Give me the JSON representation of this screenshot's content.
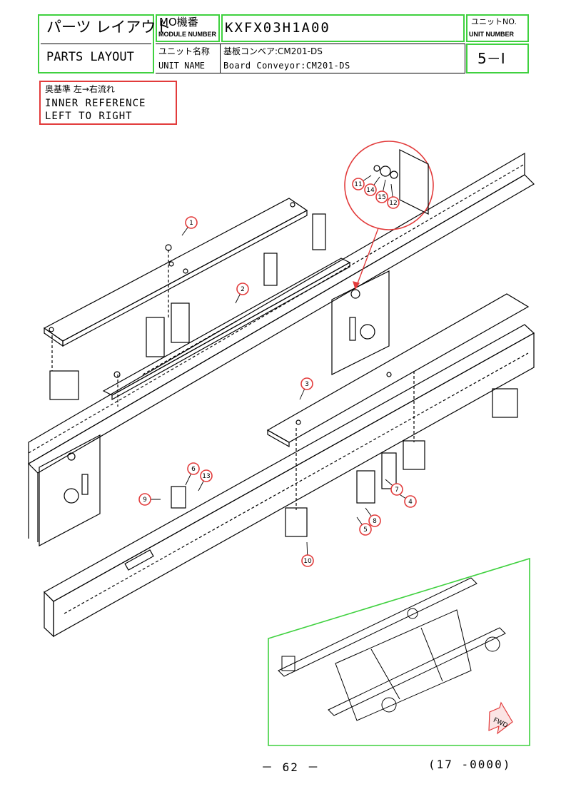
{
  "title_block": {
    "title_ja": "パーツ レイアウト",
    "title_en": "PARTS LAYOUT",
    "module_label_ja": "MO機番",
    "module_label_en": "MODULE NUMBER",
    "module_value": "KXFX03H1A00",
    "unit_label_ja": "ユニット名称",
    "unit_label_en": "UNIT NAME",
    "unit_value_ja": "基板コンベア:CM201-DS",
    "unit_value_en": "Board Conveyor:CM201-DS",
    "unit_no_label_ja": "ユニットNO.",
    "unit_no_label_en": "UNIT NUMBER",
    "unit_no_value": "5－I"
  },
  "reference_note": {
    "line1": "奥基準 左→右流れ",
    "line2": "INNER REFERENCE",
    "line3": "LEFT TO RIGHT"
  },
  "callouts": [
    "1",
    "2",
    "3",
    "4",
    "5",
    "6",
    "7",
    "8",
    "9",
    "10",
    "11",
    "12",
    "13",
    "14",
    "15"
  ],
  "fwd_label": "FWD",
  "footer": {
    "page": "－ 62 －",
    "code": "(17 -0000)"
  },
  "colors": {
    "title_border": "#3fd13f",
    "callout_red": "#e23b3b",
    "line": "#000000"
  }
}
